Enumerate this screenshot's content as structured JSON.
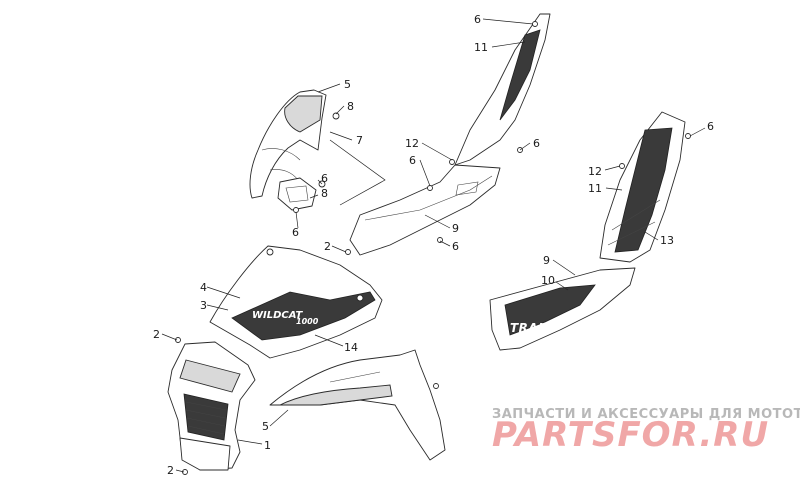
{
  "diagram": {
    "callouts": [
      {
        "id": "c6a",
        "text": "6"
      },
      {
        "id": "c11a",
        "text": "11"
      },
      {
        "id": "c5a",
        "text": "5"
      },
      {
        "id": "c8a",
        "text": "8"
      },
      {
        "id": "c7",
        "text": "7"
      },
      {
        "id": "c12a",
        "text": "12"
      },
      {
        "id": "c6b",
        "text": "6"
      },
      {
        "id": "c6c",
        "text": "6"
      },
      {
        "id": "c6d",
        "text": "6"
      },
      {
        "id": "c8b",
        "text": "8"
      },
      {
        "id": "c6e",
        "text": "6"
      },
      {
        "id": "c2a",
        "text": "2"
      },
      {
        "id": "c9a",
        "text": "9"
      },
      {
        "id": "c6f",
        "text": "6"
      },
      {
        "id": "c6g",
        "text": "6"
      },
      {
        "id": "c12b",
        "text": "12"
      },
      {
        "id": "c11b",
        "text": "11"
      },
      {
        "id": "c13",
        "text": "13"
      },
      {
        "id": "c9b",
        "text": "9"
      },
      {
        "id": "c10",
        "text": "10"
      },
      {
        "id": "c4",
        "text": "4"
      },
      {
        "id": "c3",
        "text": "3"
      },
      {
        "id": "c14",
        "text": "14"
      },
      {
        "id": "c2b",
        "text": "2"
      },
      {
        "id": "c5b",
        "text": "5"
      },
      {
        "id": "c1",
        "text": "1"
      },
      {
        "id": "c2c",
        "text": "2"
      }
    ],
    "decals": {
      "hood_logo": "WILDCAT",
      "hood_sub": "1000",
      "side_panel_logo": "TRAIL"
    }
  },
  "watermark": {
    "line1": "ЗАПЧАСТИ И АКСЕССУАРЫ ДЛЯ МОТОТЕХНИКИ",
    "brand": "PARTSFOR.RU"
  }
}
